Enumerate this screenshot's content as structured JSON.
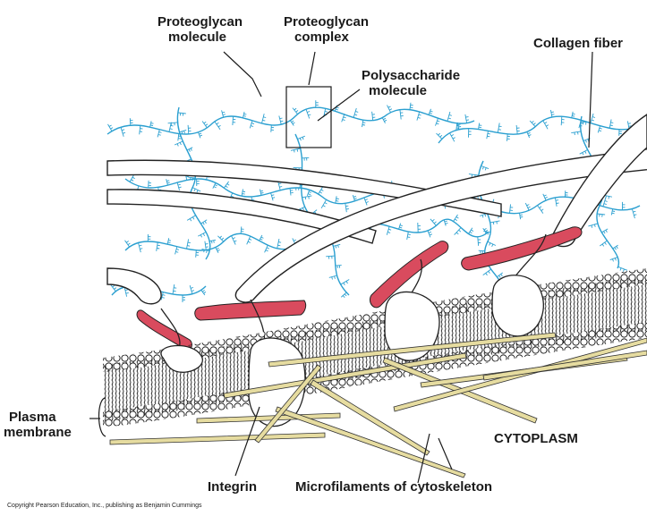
{
  "labels": {
    "proteoglycan_molecule": [
      "Proteoglycan",
      "molecule"
    ],
    "proteoglycan_complex": [
      "Proteoglycan",
      "complex"
    ],
    "polysaccharide_molecule": [
      "Polysaccharide",
      "molecule"
    ],
    "collagen_fiber": "Collagen fiber",
    "plasma_membrane": [
      "Plasma",
      "membrane"
    ],
    "cytoplasm": "CYTOPLASM",
    "integrin": "Integrin",
    "microfilaments": "Microfilaments of cytoskeleton"
  },
  "copyright": "Copyright   Pearson Education, Inc., publishing as Benjamin Cummings",
  "colors": {
    "proteoglycan": "#2a9fd0",
    "fibronectin": "#d94b5e",
    "collagen": "#ffffff",
    "microfilament": "#e6dca0",
    "outline": "#222222"
  }
}
